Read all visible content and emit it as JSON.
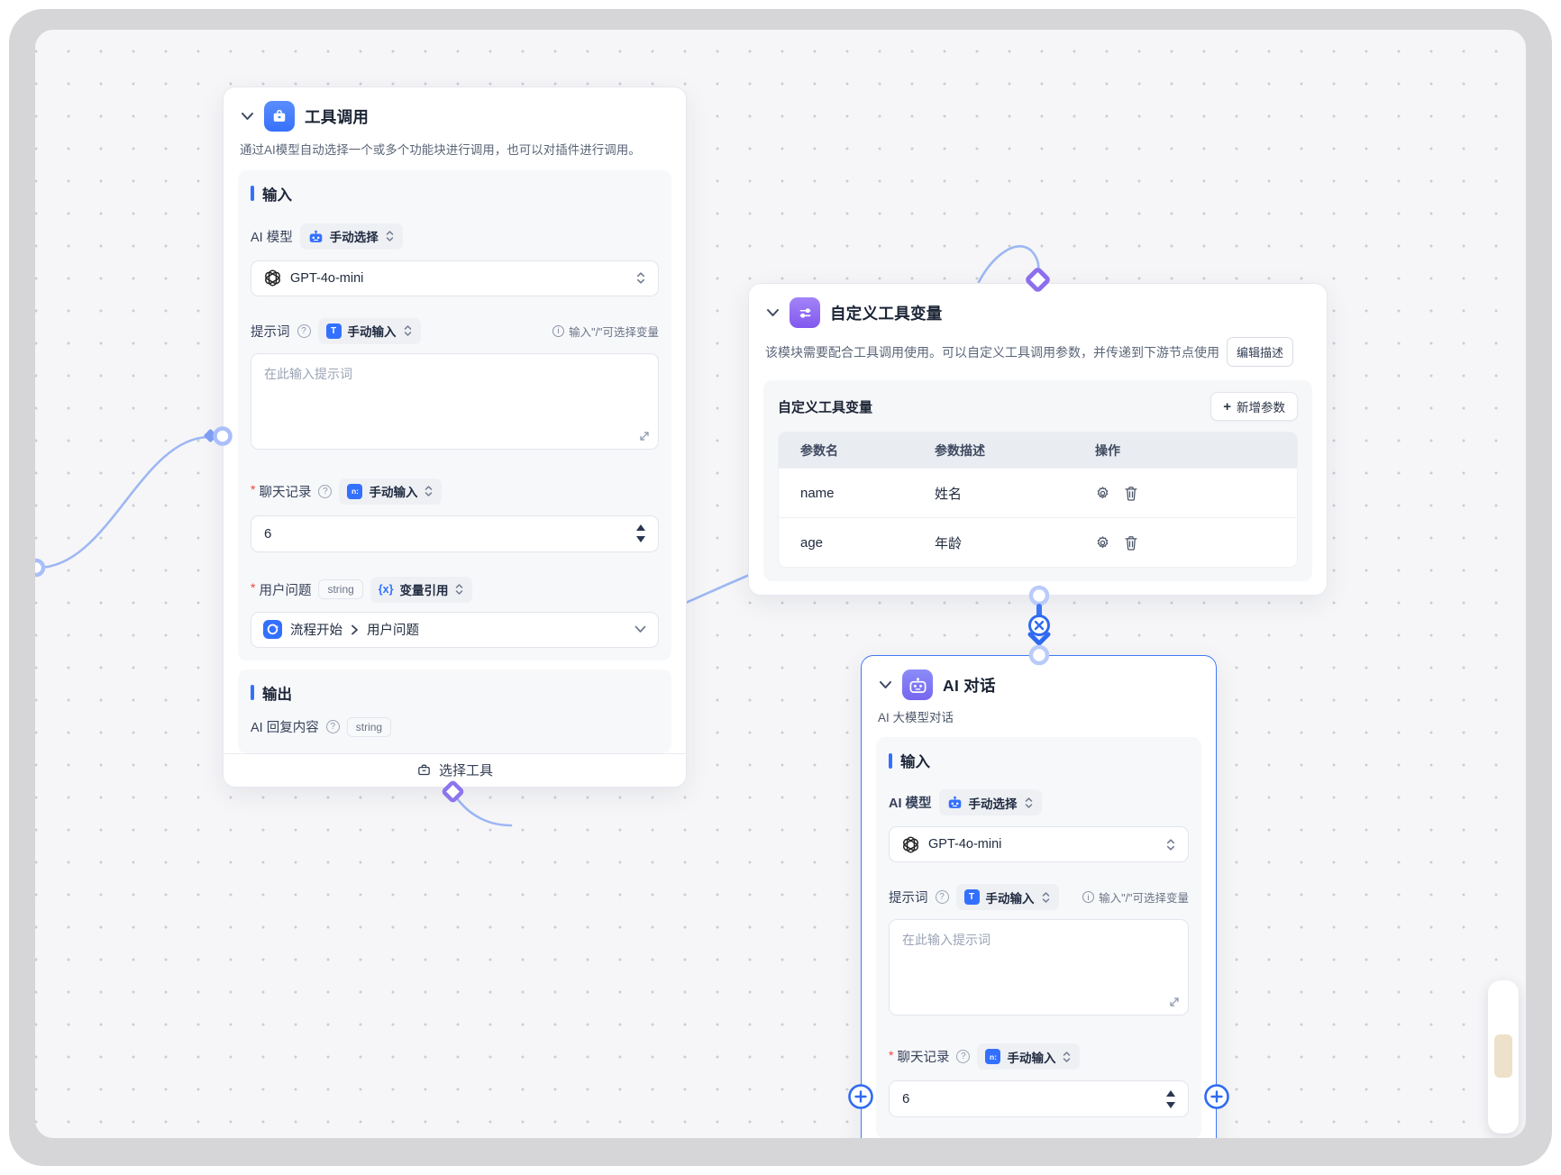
{
  "icons": {
    "plus": "+",
    "help": "?",
    "info": "i",
    "var_ref": "{x}",
    "prompt_type": "T",
    "history_type": "n:"
  },
  "node_tool_call": {
    "title": "工具调用",
    "description": "通过AI模型自动选择一个或多个功能块进行调用，也可以对插件进行调用。",
    "input": {
      "section_label": "输入",
      "model_label": "AI 模型",
      "model_mode": "手动选择",
      "model_value": "GPT-4o-mini",
      "prompt_label": "提示词",
      "prompt_mode": "手动输入",
      "prompt_hint": "输入\"/\"可选择变量",
      "prompt_placeholder": "在此输入提示词",
      "history_label": "聊天记录",
      "history_mode": "手动输入",
      "history_value": "6",
      "question_label": "用户问题",
      "question_type": "string",
      "question_mode": "变量引用",
      "question_ref_source": "流程开始",
      "question_ref_field": "用户问题"
    },
    "output": {
      "section_label": "输出",
      "field_label": "AI 回复内容",
      "field_type": "string"
    },
    "footer_button": "选择工具"
  },
  "node_custom_vars": {
    "title": "自定义工具变量",
    "description": "该模块需要配合工具调用使用。可以自定义工具调用参数，并传递到下游节点使用",
    "edit_button": "编辑描述",
    "panel_title": "自定义工具变量",
    "add_button": "新增参数",
    "table": {
      "col_name": "参数名",
      "col_desc": "参数描述",
      "col_ops": "操作",
      "rows": [
        {
          "name": "name",
          "desc": "姓名"
        },
        {
          "name": "age",
          "desc": "年龄"
        }
      ]
    }
  },
  "node_ai_chat": {
    "title": "AI 对话",
    "subtitle": "AI 大模型对话",
    "input": {
      "section_label": "输入",
      "model_label": "AI 模型",
      "model_mode": "手动选择",
      "model_value": "GPT-4o-mini",
      "prompt_label": "提示词",
      "prompt_mode": "手动输入",
      "prompt_hint": "输入\"/\"可选择变量",
      "prompt_placeholder": "在此输入提示词",
      "history_label": "聊天记录",
      "history_mode": "手动输入",
      "history_value": "6"
    }
  }
}
